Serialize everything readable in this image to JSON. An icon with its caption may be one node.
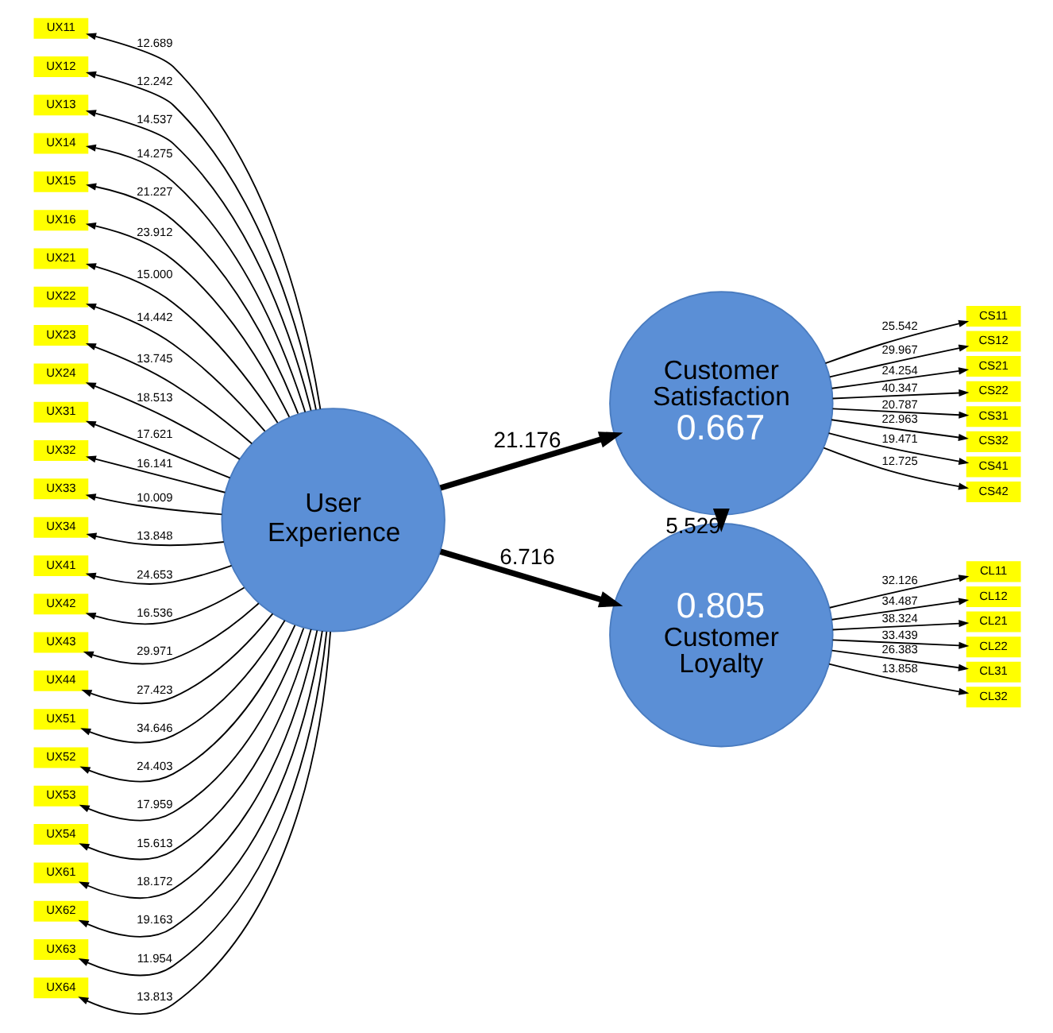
{
  "diagram": {
    "nodes": [
      {
        "text": [
          "User Experience"
        ]
      },
      {
        "text": [
          "Customer Satisfaction",
          "0.667"
        ]
      },
      {
        "text": [
          "0.805",
          "Customer Loyalty"
        ]
      },
      {
        "text": [
          "UX11"
        ]
      },
      {
        "text": [
          "UX12"
        ]
      },
      {
        "text": [
          "UX13"
        ]
      },
      {
        "text": [
          "UX14"
        ]
      },
      {
        "text": [
          "UX15"
        ]
      },
      {
        "text": [
          "UX16"
        ]
      },
      {
        "text": [
          "UX21"
        ]
      },
      {
        "text": [
          "UX22"
        ]
      },
      {
        "text": [
          "UX23"
        ]
      },
      {
        "text": [
          "UX24"
        ]
      },
      {
        "text": [
          "UX31"
        ]
      },
      {
        "text": [
          "UX32"
        ]
      },
      {
        "text": [
          "UX33"
        ]
      },
      {
        "text": [
          "UX34"
        ]
      },
      {
        "text": [
          "UX41"
        ]
      },
      {
        "text": [
          "UX42"
        ]
      },
      {
        "text": [
          "UX43"
        ]
      },
      {
        "text": [
          "UX44"
        ]
      },
      {
        "text": [
          "UX51"
        ]
      },
      {
        "text": [
          "UX52"
        ]
      },
      {
        "text": [
          "UX53"
        ]
      },
      {
        "text": [
          "UX54"
        ]
      },
      {
        "text": [
          "UX61"
        ]
      },
      {
        "text": [
          "UX62"
        ]
      },
      {
        "text": [
          "UX63"
        ]
      },
      {
        "text": [
          "UX64"
        ]
      },
      {
        "text": [
          "CS11"
        ]
      },
      {
        "text": [
          "CS12"
        ]
      },
      {
        "text": [
          "CS21"
        ]
      },
      {
        "text": [
          "CS22"
        ]
      },
      {
        "text": [
          "CS31"
        ]
      },
      {
        "text": [
          "CS32"
        ]
      },
      {
        "text": [
          "CS41"
        ]
      },
      {
        "text": [
          "CS42"
        ]
      },
      {
        "text": [
          "CL11"
        ]
      },
      {
        "text": [
          "CL12"
        ]
      },
      {
        "text": [
          "CL21"
        ]
      },
      {
        "text": [
          "CL22"
        ]
      },
      {
        "text": [
          "CL31"
        ]
      },
      {
        "text": [
          "CL32"
        ]
      }
    ],
    "edges": [
      {
        "from": 0,
        "to": 1,
        "arrow": "to",
        "label": "21.176",
        "style": "thick"
      },
      {
        "from": 0,
        "to": 2,
        "arrow": "to",
        "label": "6.716",
        "style": "thick"
      },
      {
        "from": 1,
        "to": 2,
        "arrow": "to",
        "label": "5.529",
        "style": "thick"
      },
      {
        "from": 0,
        "to": 3,
        "arrow": "to",
        "label": "12.689"
      },
      {
        "from": 0,
        "to": 4,
        "arrow": "to",
        "label": "12.242"
      },
      {
        "from": 0,
        "to": 5,
        "arrow": "to",
        "label": "14.537"
      },
      {
        "from": 0,
        "to": 6,
        "arrow": "to",
        "label": "14.275"
      },
      {
        "from": 0,
        "to": 7,
        "arrow": "to",
        "label": "21.227"
      },
      {
        "from": 0,
        "to": 8,
        "arrow": "to",
        "label": "23.912"
      },
      {
        "from": 0,
        "to": 9,
        "arrow": "to",
        "label": "15.000"
      },
      {
        "from": 0,
        "to": 10,
        "arrow": "to",
        "label": "14.442"
      },
      {
        "from": 0,
        "to": 11,
        "arrow": "to",
        "label": "13.745"
      },
      {
        "from": 0,
        "to": 12,
        "arrow": "to",
        "label": "18.513"
      },
      {
        "from": 0,
        "to": 13,
        "arrow": "to",
        "label": "17.621"
      },
      {
        "from": 0,
        "to": 14,
        "arrow": "to",
        "label": "16.141"
      },
      {
        "from": 0,
        "to": 15,
        "arrow": "to",
        "label": "10.009"
      },
      {
        "from": 0,
        "to": 16,
        "arrow": "to",
        "label": "13.848"
      },
      {
        "from": 0,
        "to": 17,
        "arrow": "to",
        "label": "24.653"
      },
      {
        "from": 0,
        "to": 18,
        "arrow": "to",
        "label": "16.536"
      },
      {
        "from": 0,
        "to": 19,
        "arrow": "to",
        "label": "29.971"
      },
      {
        "from": 0,
        "to": 20,
        "arrow": "to",
        "label": "27.423"
      },
      {
        "from": 0,
        "to": 21,
        "arrow": "to",
        "label": "34.646"
      },
      {
        "from": 0,
        "to": 22,
        "arrow": "to",
        "label": "24.403"
      },
      {
        "from": 0,
        "to": 23,
        "arrow": "to",
        "label": "17.959"
      },
      {
        "from": 0,
        "to": 24,
        "arrow": "to",
        "label": "15.613"
      },
      {
        "from": 0,
        "to": 25,
        "arrow": "to",
        "label": "18.172"
      },
      {
        "from": 0,
        "to": 26,
        "arrow": "to",
        "label": "19.163"
      },
      {
        "from": 0,
        "to": 27,
        "arrow": "to",
        "label": "11.954"
      },
      {
        "from": 0,
        "to": 28,
        "arrow": "to",
        "label": "13.813"
      },
      {
        "from": 1,
        "to": 29,
        "arrow": "to",
        "label": "25.542"
      },
      {
        "from": 1,
        "to": 30,
        "arrow": "to",
        "label": "29.967"
      },
      {
        "from": 1,
        "to": 31,
        "arrow": "to",
        "label": "24.254"
      },
      {
        "from": 1,
        "to": 32,
        "arrow": "to",
        "label": "40.347"
      },
      {
        "from": 1,
        "to": 33,
        "arrow": "to",
        "label": "20.787"
      },
      {
        "from": 1,
        "to": 34,
        "arrow": "to",
        "label": "22.963"
      },
      {
        "from": 1,
        "to": 35,
        "arrow": "to",
        "label": "19.471"
      },
      {
        "from": 1,
        "to": 36,
        "arrow": "to",
        "label": "12.725"
      },
      {
        "from": 2,
        "to": 37,
        "arrow": "to",
        "label": "32.126"
      },
      {
        "from": 2,
        "to": 38,
        "arrow": "to",
        "label": "34.487"
      },
      {
        "from": 2,
        "to": 39,
        "arrow": "to",
        "label": "38.324"
      },
      {
        "from": 2,
        "to": 40,
        "arrow": "to",
        "label": "33.439"
      },
      {
        "from": 2,
        "to": 41,
        "arrow": "to",
        "label": "26.383"
      },
      {
        "from": 2,
        "to": 42,
        "arrow": "to",
        "label": "13.858"
      }
    ]
  }
}
